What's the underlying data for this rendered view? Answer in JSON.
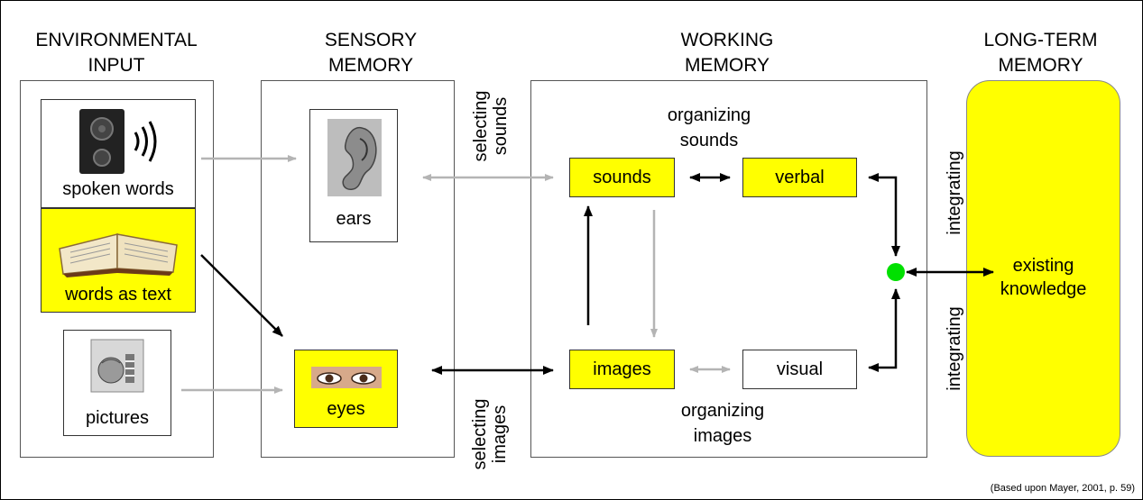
{
  "headings": {
    "environmental": "ENVIRONMENTAL\nINPUT",
    "sensory": "SENSORY\nMEMORY",
    "working": "WORKING\nMEMORY",
    "longterm": "LONG-TERM\nMEMORY"
  },
  "inputs": {
    "spoken_words": "spoken words",
    "words_as_text": "words as text",
    "pictures": "pictures"
  },
  "sensory": {
    "ears": "ears",
    "eyes": "eyes"
  },
  "working": {
    "sounds": "sounds",
    "verbal": "verbal",
    "images": "images",
    "visual": "visual",
    "organizing_sounds": "organizing\nsounds",
    "organizing_images": "organizing\nimages"
  },
  "processes": {
    "selecting_sounds": "selecting\nsounds",
    "selecting_images": "selecting\nimages",
    "integrating_top": "integrating",
    "integrating_bottom": "integrating"
  },
  "longterm": {
    "existing_knowledge": "existing\nknowledge"
  },
  "credit": "(Based upon Mayer, 2001, p. 59)",
  "colors": {
    "highlight": "#ffff00",
    "gray_arrow": "#b4b4b4",
    "black_arrow": "#000000",
    "node": "#00e000"
  },
  "icons": [
    "speaker-icon",
    "book-icon",
    "picture-icon",
    "ear-icon",
    "eyes-icon"
  ]
}
